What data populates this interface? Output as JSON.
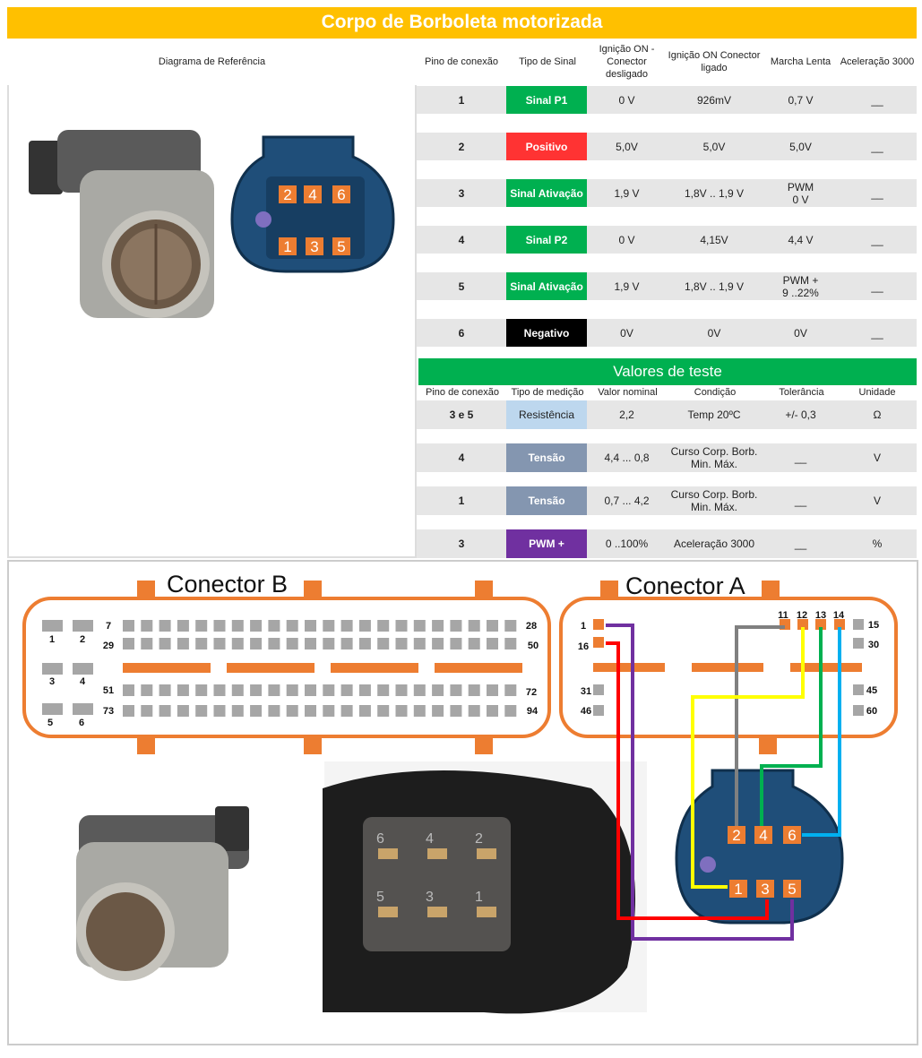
{
  "title": "Corpo de Borboleta motorizada",
  "headers": [
    "Diagrama de Referência",
    "Pino de conexão",
    "Tipo de Sinal",
    "Ignição ON - Conector desligado",
    "Ignição ON Conector ligado",
    "Marcha Lenta",
    "Aceleração 3000"
  ],
  "rows": [
    {
      "pin": "1",
      "signal": "Sinal P1",
      "color": "#00b050",
      "off": "0 V",
      "on": "926mV",
      "idle": "0,7 V",
      "accel": "__"
    },
    {
      "pin": "2",
      "signal": "Positivo",
      "color": "#ff3333",
      "off": "5,0V",
      "on": "5,0V",
      "idle": "5,0V",
      "accel": "__"
    },
    {
      "pin": "3",
      "signal": "Sinal Ativação",
      "color": "#00b050",
      "off": "1,9 V",
      "on": "1,8V .. 1,9 V",
      "idle": "PWM\n0 V",
      "accel": "__"
    },
    {
      "pin": "4",
      "signal": "Sinal P2",
      "color": "#00b050",
      "off": "0 V",
      "on": "4,15V",
      "idle": "4,4 V",
      "accel": "__"
    },
    {
      "pin": "5",
      "signal": "Sinal Ativação",
      "color": "#00b050",
      "off": "1,9 V",
      "on": "1,8V .. 1,9 V",
      "idle": "PWM +\n9 ..22%",
      "accel": "__"
    },
    {
      "pin": "6",
      "signal": "Negativo",
      "color": "#000000",
      "off": "0V",
      "on": "0V",
      "idle": "0V",
      "accel": "__"
    }
  ],
  "test": {
    "title": "Valores de teste",
    "headers": [
      "Pino de conexão",
      "Tipo de medição",
      "Valor nominal",
      "Condição",
      "Tolerância",
      "Unidade"
    ],
    "rows": [
      {
        "pin": "3 e 5",
        "type": "Resistência",
        "color": "#bdd7ee",
        "dark": true,
        "nominal": "2,2",
        "cond": "Temp 20ºC",
        "tol": "+/- 0,3",
        "unit": "Ω"
      },
      {
        "pin": "4",
        "type": "Tensão",
        "color": "#8496b0",
        "nominal": "4,4 ... 0,8",
        "cond": "Curso Corp. Borb.\nMin. Máx.",
        "tol": "__",
        "unit": "V"
      },
      {
        "pin": "1",
        "type": "Tensão",
        "color": "#8496b0",
        "nominal": "0,7 ... 4,2",
        "cond": "Curso Corp. Borb.\nMin. Máx.",
        "tol": "__",
        "unit": "V"
      },
      {
        "pin": "3",
        "type": "PWM +",
        "color": "#7030a0",
        "nominal": "0 ..100%",
        "cond": "Aceleração 3000",
        "tol": "__",
        "unit": "%"
      }
    ]
  },
  "connector_pins": [
    "2",
    "4",
    "6",
    "1",
    "3",
    "5"
  ],
  "connector_b": {
    "label": "Conector B",
    "pins": [
      "1",
      "2",
      "3",
      "4",
      "5",
      "6",
      "7",
      "28",
      "29",
      "50",
      "51",
      "72",
      "73",
      "94"
    ]
  },
  "connector_a": {
    "label": "Conector A",
    "pins": [
      "1",
      "16",
      "11",
      "12",
      "13",
      "14",
      "15",
      "30",
      "31",
      "45",
      "46",
      "60"
    ]
  },
  "photo_pin_numbers": [
    "6",
    "4",
    "2",
    "5",
    "3",
    "1"
  ],
  "colors": {
    "orange": "#ed7d31",
    "gold": "#ffc000",
    "green": "#00b050",
    "connector_blue": "#1f4e79"
  }
}
